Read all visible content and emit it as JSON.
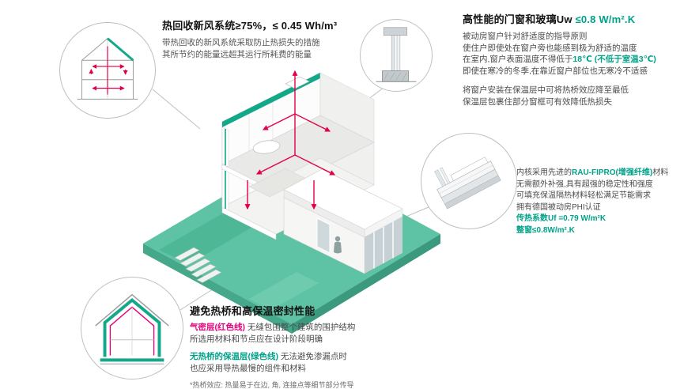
{
  "colors": {
    "teal": "#00a189",
    "teal_platform": "#5ec2a4",
    "magenta": "#e5007d",
    "duct_red": "#e30045",
    "text": "#4c4c4c"
  },
  "ventilation": {
    "title": "热回收新风系统≥75%，≤ 0.45 Wh/m³",
    "line1": "带热回收的新风系统采取防止热损失的措施",
    "line2": "其所节约的能量远超其运行所耗费的能量"
  },
  "windows": {
    "title_prefix": "高性能的门窗和玻璃Uw ",
    "title_value": "≤0.8 W/m².K",
    "line1": "被动房窗户针对舒适度的指导原则",
    "line2": "使住户即使处在窗户旁也能感到极为舒适的温度",
    "line3_prefix": "在室内,窗户表面温度不得低于",
    "line3_temp": "18℃",
    "line3_note": " (不低于室温3℃)",
    "line4": "即使在寒冷的冬季,在靠近窗户部位也无寒冷不适感",
    "line5": "将窗户安装在保温层中可将热桥效应降至最低",
    "line6": "保温层包裹住部分窗框可有效降低热损失"
  },
  "frame": {
    "line1_prefix": "内核采用先进的",
    "line1_highlight": "RAU-FIPRO(增强纤维)",
    "line1_suffix": "材料",
    "line2": "无需额外补强,具有超强的稳定性和强度",
    "line3": "可填充保温隔热材料轻松满足节能需求",
    "line4": "拥有德国被动房PHI认证",
    "line5": "传热系数Uf =0.79 W/m²K",
    "line6": "整窗≤0.8W/m².K"
  },
  "thermal": {
    "title": "避免热桥和高保温密封性能",
    "p1_highlight": "气密层(红色线)",
    "p1_rest": " 无缝包围整个建筑的围护结构",
    "p1_line2": "所选用材料和节点应在设计阶段明确",
    "p2_highlight": "无热桥的保温层(绿色线)",
    "p2_rest": " 无法避免渗漏点时",
    "p2_line2": "也应采用导热最慢的组件和材料",
    "footnote": "*热桥效应: 热量易于在边, 角, 连接点等细节部分传导"
  },
  "icons": {
    "bubble_vent": "house-section-ventilation-icon",
    "bubble_window_section": "window-section-detail-icon",
    "bubble_profile": "window-frame-profile-icon",
    "bubble_thermal": "house-section-insulation-icon"
  }
}
